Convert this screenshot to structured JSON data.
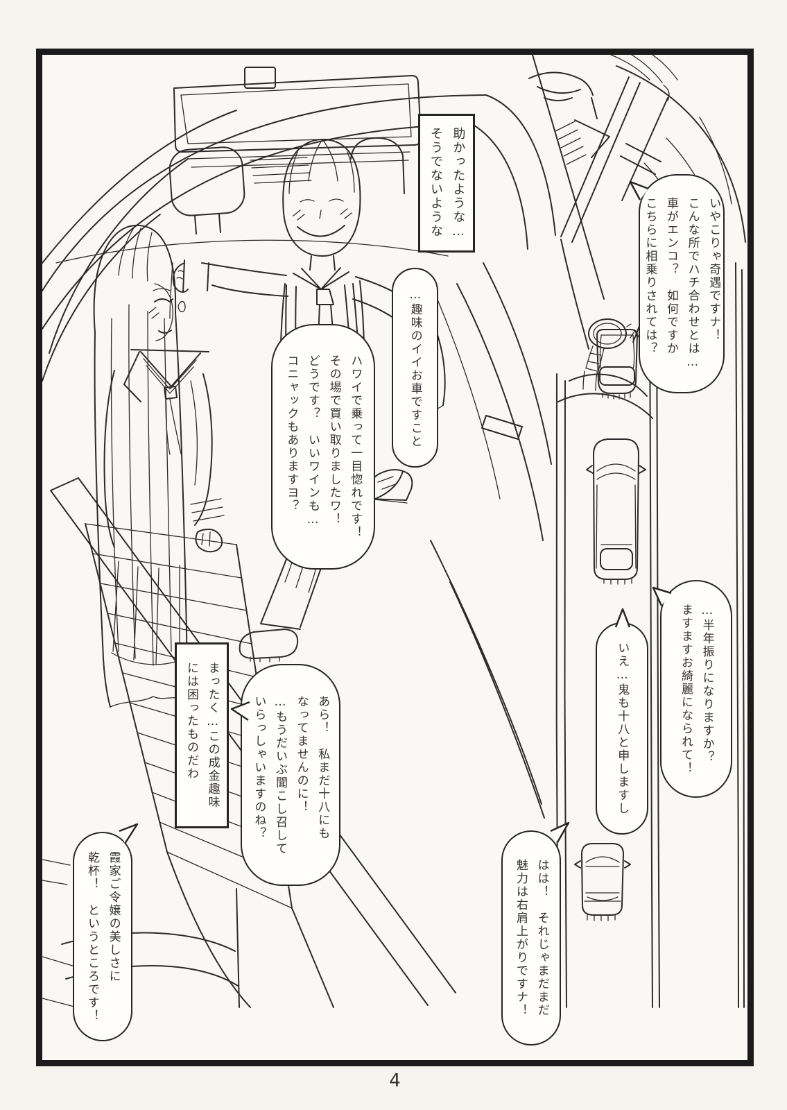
{
  "page": {
    "number": "4"
  },
  "colors": {
    "paper": "#f6f4ef",
    "ink": "#2b2b2b",
    "bubble_fill": "#fffefb",
    "frame": "#1b1b1b"
  },
  "bubbles": {
    "rescued": {
      "shape": "caption-box",
      "text": "助かったような…\nそうでないような"
    },
    "coincidence": {
      "shape": "speech",
      "text": "いやこりゃ奇遇ですナ！\nこんな所でハチ合わせとは…\n車がエンコ？　如何ですか\nこちらに相乗りされては？"
    },
    "nice_car": {
      "shape": "speech",
      "text": "…趣味のイイお車ですこと"
    },
    "hawaii": {
      "shape": "speech",
      "text": "ハワイで乗って一目惚れです！\nその場で買い取りましたワ！\nどうです？　いいワインも…\nコニャックもありますヨ？"
    },
    "half_year": {
      "shape": "speech",
      "text": "…半年振りになりますか？\nますますお綺麗になられて！"
    },
    "oni": {
      "shape": "speech",
      "text": "いえ…鬼も十八と申しますし"
    },
    "nouveau_riche": {
      "shape": "caption-box",
      "text": "まったく…この成金趣味\nには困ったものだわ"
    },
    "eighteen": {
      "shape": "speech",
      "text": "あら！　私まだ十八にも\nなってませんのに！\n…もうだいぶ聞こし召して\nいらっしゃいますのね？"
    },
    "haha": {
      "shape": "speech",
      "text": "はは！　それじゃまだまだ\n魅力は右肩上がりですナ！"
    },
    "toast": {
      "shape": "speech",
      "text": "霞家ご令嬢の美しさに\n乾杯！　というところです！"
    }
  }
}
